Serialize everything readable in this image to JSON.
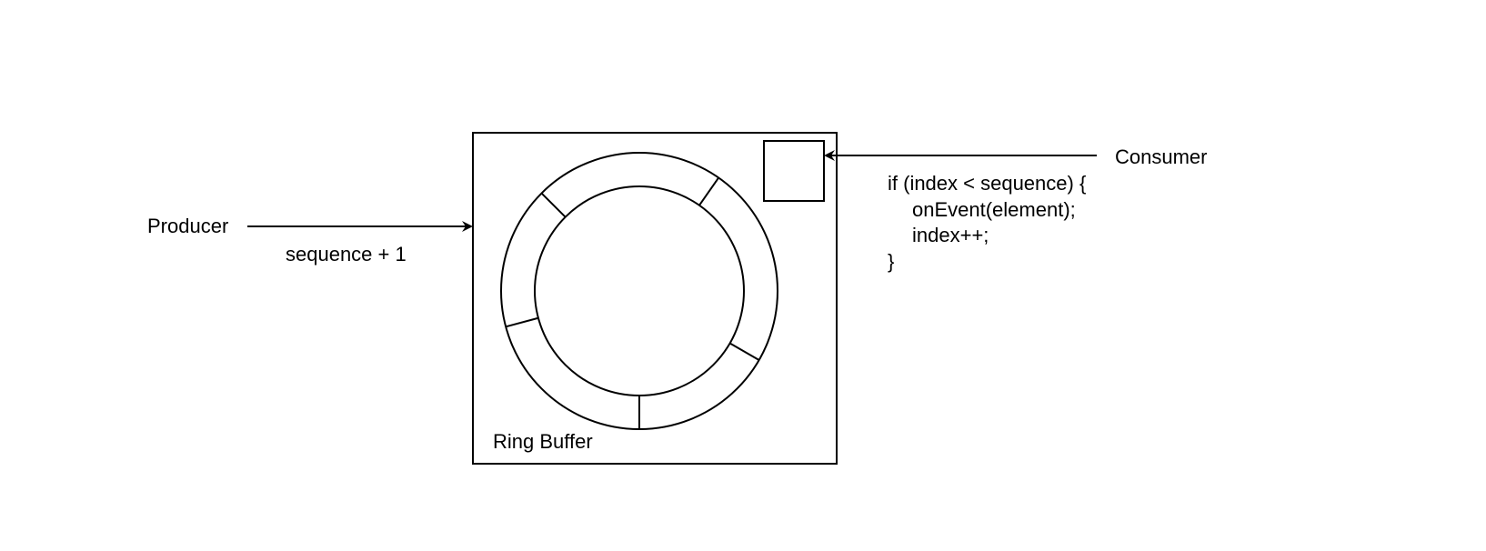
{
  "labels": {
    "producer": "Producer",
    "consumer": "Consumer",
    "producer_arrow_label": "sequence + 1",
    "container": "Ring Buffer"
  },
  "consumer_code": {
    "line1": "if (index < sequence) {",
    "line2": "onEvent(element);",
    "line3": "index++;",
    "line4": "}"
  },
  "ring": {
    "slot_dividers": 5
  }
}
